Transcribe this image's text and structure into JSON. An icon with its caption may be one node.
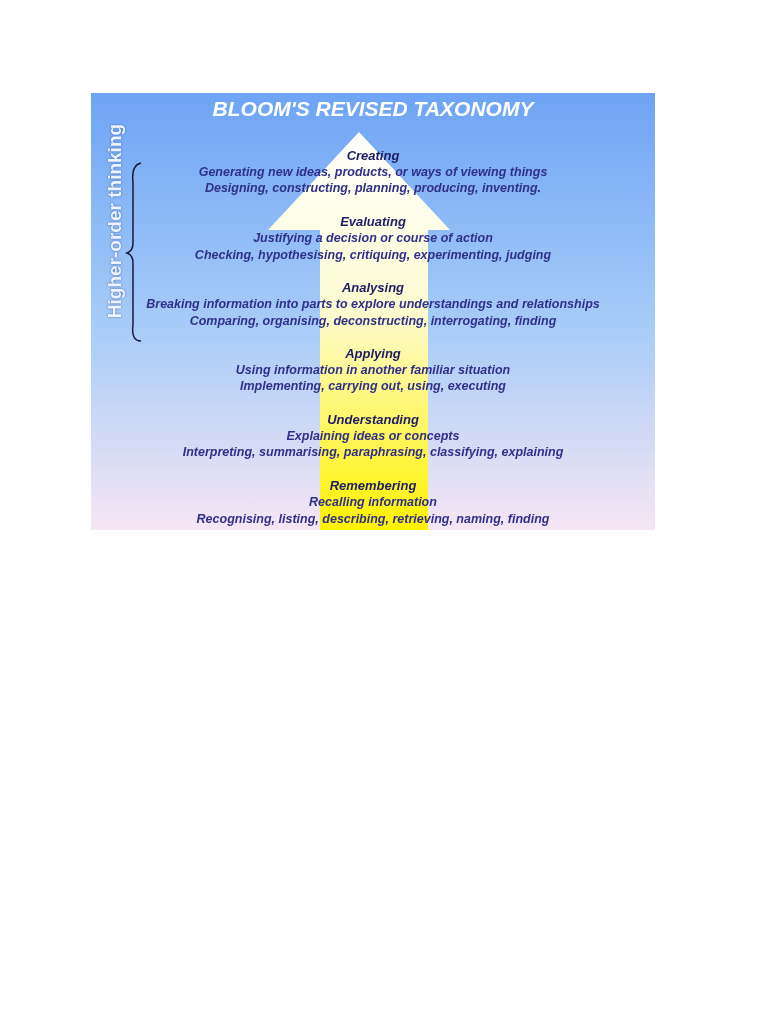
{
  "diagram": {
    "title": "BLOOM'S REVISED TAXONOMY",
    "labels": [
      "Creating",
      "Generating new ideas, products, or ways of viewing things",
      "Designing, constructing, planning, producing, inventing.",
      "Evaluating",
      "Justifying a decision or course of action",
      "Checking, hypothesising, critiquing, experimenting, judging",
      "Analysing",
      "Breaking information into parts to explore understandings and relationships",
      "Comparing, organising, deconstructing, interrogating, finding",
      "Applying",
      "Using information in another familiar situation",
      "Implementing, carrying out, using, executing",
      "Understanding",
      "Explaining ideas or concepts",
      "Interpreting, summarising, paraphrasing, classifying, explaining",
      "Remembering",
      "Recalling information",
      "Recognising, listing, describing, retrieving, naming, finding",
      "Higher-order thinking"
    ]
  }
}
